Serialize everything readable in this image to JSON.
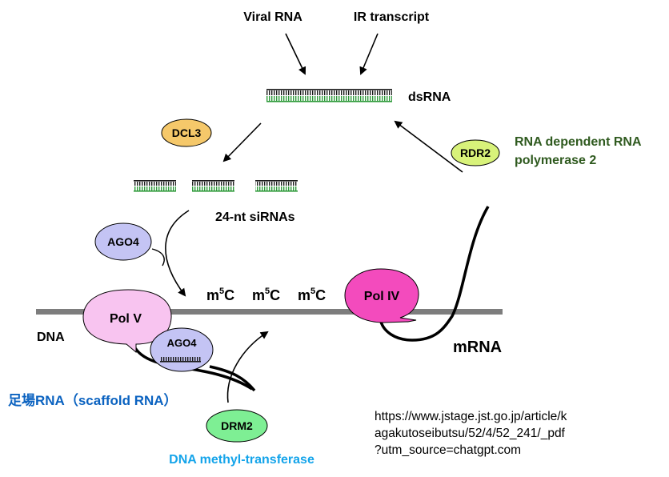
{
  "inputs": {
    "viral_rna": "Viral RNA",
    "ir_transcript": "IR transcript"
  },
  "dsrna": "dsRNA",
  "enzymes": {
    "dcl3": "DCL3",
    "rdr2": "RDR2",
    "rdr2_desc_line1": "RNA dependent RNA",
    "rdr2_desc_line2": "polymerase 2",
    "ago4_top": "AGO4",
    "ago4_bound": "AGO4",
    "pol_v": "Pol V",
    "pol_iv": "Pol IV",
    "drm2": "DRM2",
    "drm2_desc": "DNA methyl-transferase"
  },
  "sirnas": "24-nt siRNAs",
  "methyl": {
    "base": "m",
    "superscript": "5",
    "nucleotide": "C"
  },
  "dna": "DNA",
  "mrna": "mRNA",
  "scaffold": "足場RNA（scaffold RNA）",
  "source_url": {
    "line1": "https://www.jstage.jst.go.jp/article/k",
    "line2": "agakutoseibutsu/52/4/52_241/_pdf",
    "line3": "?utm_source=chatgpt.com"
  },
  "colors": {
    "dcl3": "#f5c86a",
    "rdr2": "#d8f27a",
    "ago4": "#c4c4f4",
    "pol_v": "#f8c4f0",
    "pol_iv": "#f34bbd",
    "drm2": "#7eef94",
    "green_label": "#2f5a1f",
    "blue_label": "#0a62c0",
    "cyan_label": "#14a4ea",
    "dna_line": "#7d7d7d"
  }
}
